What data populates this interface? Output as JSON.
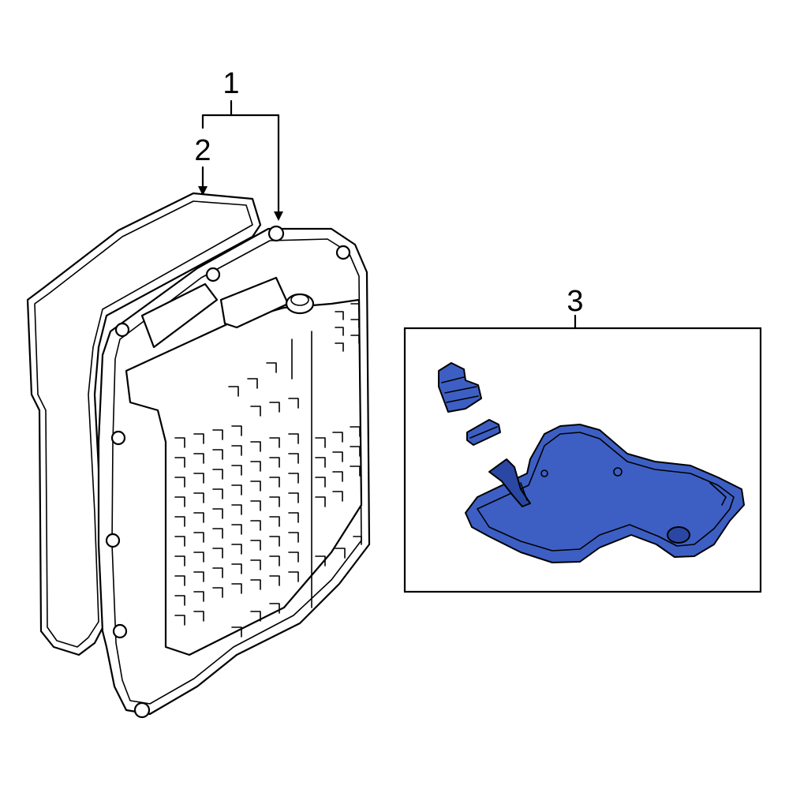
{
  "callouts": {
    "c1": "1",
    "c2": "2",
    "c3": "3"
  },
  "colors": {
    "highlight": "#3D5FC4",
    "highlight_dark": "#2A47A3",
    "line": "#000000",
    "background": "#ffffff"
  },
  "parts": [
    {
      "callout": "1",
      "icon": "transmission-oil-pan-icon"
    },
    {
      "callout": "2",
      "icon": "pan-gasket-icon"
    },
    {
      "callout": "3",
      "icon": "transmission-filter-kit-icon"
    }
  ]
}
